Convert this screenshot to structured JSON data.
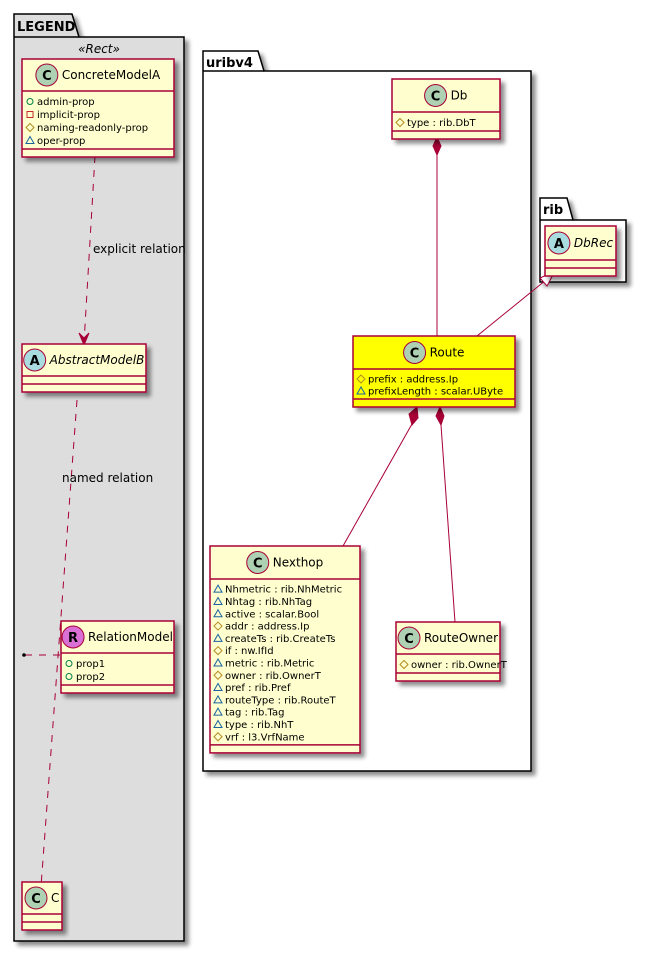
{
  "colors": {
    "class_fill": "#FEFECE",
    "class_border": "#A80036",
    "highlight_fill": "#FFFF00",
    "legend_fill": "#DDDDDD",
    "circle_class": "#ADD1B2",
    "circle_abstract": "#A9DCDF",
    "circle_relation": "#DA70D6",
    "vis_public": "#038048",
    "vis_private": "#C82930",
    "vis_protected": "#B38D22",
    "vis_package": "#1963A0",
    "relation_line": "#A80036"
  },
  "packages": {
    "legend": {
      "name": "LEGEND",
      "stereotype": "«Rect»"
    },
    "uribv4": {
      "name": "uribv4"
    },
    "rib": {
      "name": "rib"
    }
  },
  "classes": {
    "concrete_model_a": {
      "name": "ConcreteModelA",
      "kind": "C",
      "attributes": [
        {
          "vis": "public",
          "text": "admin-prop"
        },
        {
          "vis": "private",
          "text": "implicit-prop"
        },
        {
          "vis": "protected",
          "text": "naming-readonly-prop"
        },
        {
          "vis": "package",
          "text": "oper-prop"
        }
      ]
    },
    "abstract_model_b": {
      "name": "AbstractModelB",
      "kind": "A",
      "attributes": []
    },
    "relation_model": {
      "name": "RelationModel",
      "kind": "R",
      "attributes": [
        {
          "vis": "public",
          "text": "prop1"
        },
        {
          "vis": "public",
          "text": "prop2"
        }
      ]
    },
    "c": {
      "name": "C",
      "kind": "C",
      "attributes": []
    },
    "db": {
      "name": "Db",
      "kind": "C",
      "attributes": [
        {
          "vis": "protected",
          "text": "type : rib.DbT"
        }
      ]
    },
    "db_rec": {
      "name": "DbRec",
      "kind": "A",
      "attributes": []
    },
    "route": {
      "name": "Route",
      "kind": "C",
      "highlighted": true,
      "attributes": [
        {
          "vis": "protected",
          "text": "prefix : address.Ip"
        },
        {
          "vis": "package",
          "text": "prefixLength : scalar.UByte"
        }
      ]
    },
    "nexthop": {
      "name": "Nexthop",
      "kind": "C",
      "attributes": [
        {
          "vis": "package",
          "text": "Nhmetric : rib.NhMetric"
        },
        {
          "vis": "package",
          "text": "Nhtag : rib.NhTag"
        },
        {
          "vis": "package",
          "text": "active : scalar.Bool"
        },
        {
          "vis": "protected",
          "text": "addr : address.Ip"
        },
        {
          "vis": "package",
          "text": "createTs : rib.CreateTs"
        },
        {
          "vis": "protected",
          "text": "if : nw.IfId"
        },
        {
          "vis": "package",
          "text": "metric : rib.Metric"
        },
        {
          "vis": "protected",
          "text": "owner : rib.OwnerT"
        },
        {
          "vis": "package",
          "text": "pref : rib.Pref"
        },
        {
          "vis": "package",
          "text": "routeType : rib.RouteT"
        },
        {
          "vis": "package",
          "text": "tag : rib.Tag"
        },
        {
          "vis": "package",
          "text": "type : rib.NhT"
        },
        {
          "vis": "protected",
          "text": "vrf : l3.VrfName"
        }
      ]
    },
    "route_owner": {
      "name": "RouteOwner",
      "kind": "C",
      "attributes": [
        {
          "vis": "protected",
          "text": "owner : rib.OwnerT"
        }
      ]
    }
  },
  "relations": {
    "explicit": {
      "label": "explicit relation",
      "from": "ConcreteModelA",
      "to": "AbstractModelB",
      "type": "dashed-arrow"
    },
    "named": {
      "label": "named relation",
      "from": "AbstractModelB",
      "to": "C",
      "type": "dashed-arrow",
      "association_class": "RelationModel"
    },
    "db_route": {
      "from": "Db",
      "to": "Route",
      "type": "composition"
    },
    "route_dbrec": {
      "from": "Route",
      "to": "DbRec",
      "type": "inheritance"
    },
    "route_nexthop": {
      "from": "Route",
      "to": "Nexthop",
      "type": "composition"
    },
    "route_routeowner": {
      "from": "Route",
      "to": "RouteOwner",
      "type": "composition"
    }
  }
}
